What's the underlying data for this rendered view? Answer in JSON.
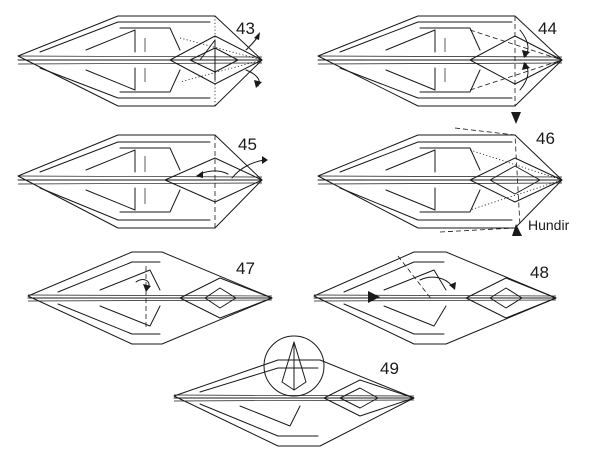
{
  "figure": {
    "title": "",
    "steps": [
      {
        "number": "43",
        "label": ""
      },
      {
        "number": "44",
        "label": ""
      },
      {
        "number": "45",
        "label": ""
      },
      {
        "number": "46",
        "label": "Hundir"
      },
      {
        "number": "47",
        "label": ""
      },
      {
        "number": "48",
        "label": ""
      },
      {
        "number": "49",
        "label": ""
      }
    ]
  },
  "colors": {
    "ink": "#1a1a1a",
    "paper": "#ffffff"
  }
}
